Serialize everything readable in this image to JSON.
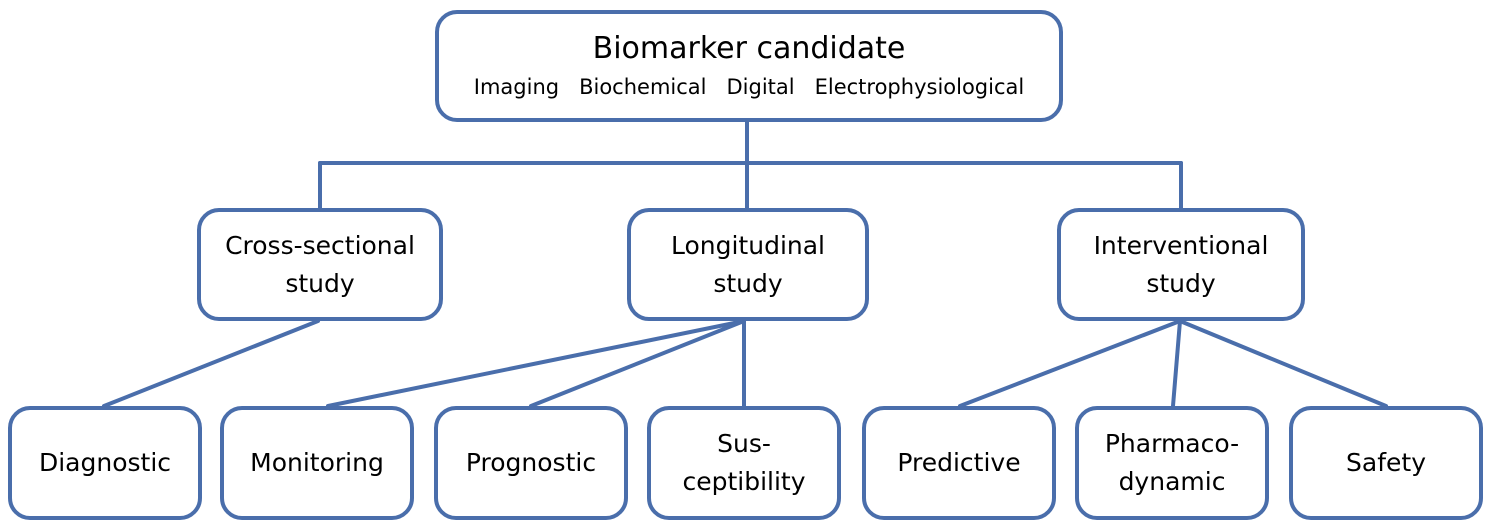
{
  "colors": {
    "stroke": "#4a6eab",
    "background": "#ffffff",
    "text": "#000000"
  },
  "root": {
    "title": "Biomarker candidate",
    "types": [
      "Imaging",
      "Biochemical",
      "Digital",
      "Electrophysiological"
    ]
  },
  "studies": [
    {
      "id": "cross-sectional-study",
      "lines": [
        "Cross-sectional",
        "study"
      ]
    },
    {
      "id": "longitudinal-study",
      "lines": [
        "Longitudinal",
        "study"
      ]
    },
    {
      "id": "interventional-study",
      "lines": [
        "Interventional",
        "study"
      ]
    }
  ],
  "biomarkers": [
    {
      "id": "diagnostic",
      "lines": [
        "Diagnostic"
      ],
      "study": "cross-sectional-study"
    },
    {
      "id": "monitoring",
      "lines": [
        "Monitoring"
      ],
      "study": "longitudinal-study"
    },
    {
      "id": "prognostic",
      "lines": [
        "Prognostic"
      ],
      "study": "longitudinal-study"
    },
    {
      "id": "susceptibility",
      "lines": [
        "Sus-",
        "ceptibility"
      ],
      "study": "longitudinal-study"
    },
    {
      "id": "predictive",
      "lines": [
        "Predictive"
      ],
      "study": "interventional-study"
    },
    {
      "id": "pharmacodynamic",
      "lines": [
        "Pharmaco-",
        "dynamic"
      ],
      "study": "interventional-study"
    },
    {
      "id": "safety",
      "lines": [
        "Safety"
      ],
      "study": "interventional-study"
    }
  ]
}
